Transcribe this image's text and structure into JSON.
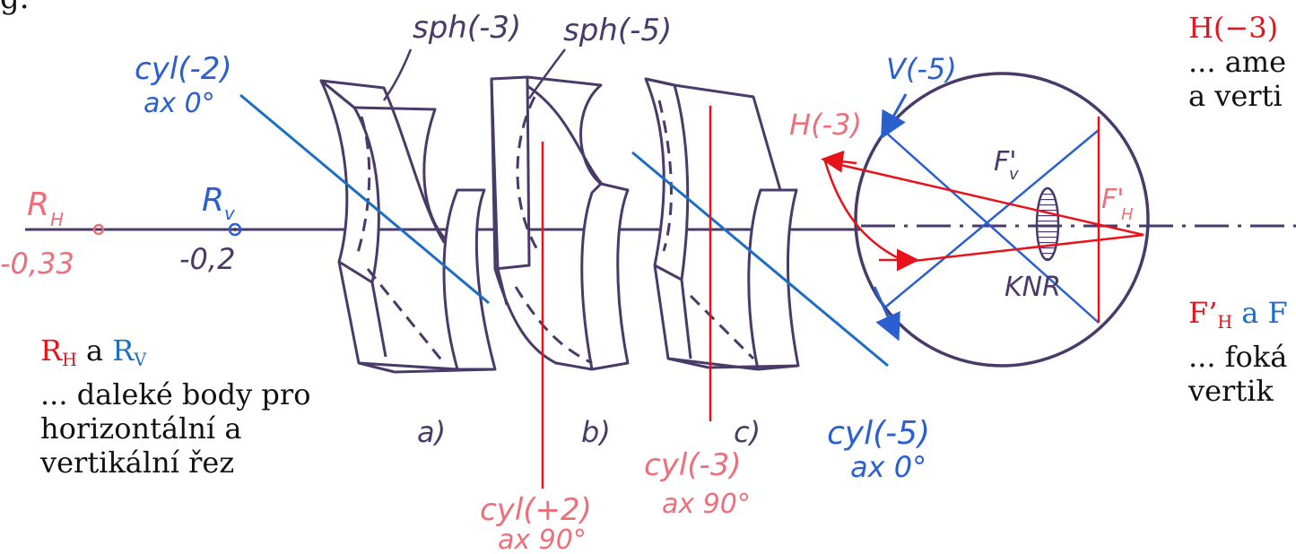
{
  "corner_fragment": "g.",
  "handwritten": {
    "cyl_m2": "cyl(-2)",
    "cyl_m2_ax": "ax 0°",
    "sph_m3": "sph(-3)",
    "sph_m5": "sph(-5)",
    "v_m5": "V(-5)",
    "h_m3": "H(-3)",
    "fv": "F'",
    "fv_sub": "v",
    "fh": "F'",
    "fh_sub": "H",
    "knr": "KNR",
    "rh": "R",
    "rh_sub": "H",
    "rh_val": "-0,33",
    "rv": "R",
    "rv_sub": "v",
    "rv_val": "-0,2",
    "label_a": "a)",
    "label_b": "b)",
    "label_c": "c)",
    "cyl_m5": "cyl(-5)",
    "cyl_m5_ax": "ax 0°",
    "cyl_p2": "cyl(+2)",
    "cyl_p2_ax": "ax 90°",
    "cyl_m3": "cyl(-3)",
    "cyl_m3_ax": "ax 90°"
  },
  "left_text": {
    "r_main_1": "R",
    "r_sub_1": "H",
    "conj": " a ",
    "r_main_2": "R",
    "r_sub_2": "V",
    "line2": "... daleké body pro",
    "line3": "horizontální a",
    "line4": "vertikální řez"
  },
  "right_top": {
    "title": "H(−3)",
    "line2": " ... ame",
    "line3": "a verti"
  },
  "right_bottom": {
    "f_main": "F’",
    "f_sub": "H",
    "conj": " a F",
    "line2": "... foká",
    "line3": "vertik"
  },
  "colors": {
    "ink": "#4a3a6a",
    "red": "#e8121a",
    "blue": "#1a6fc4",
    "pink": "#ee6f7a",
    "hand_blue": "#2a5fd0"
  }
}
